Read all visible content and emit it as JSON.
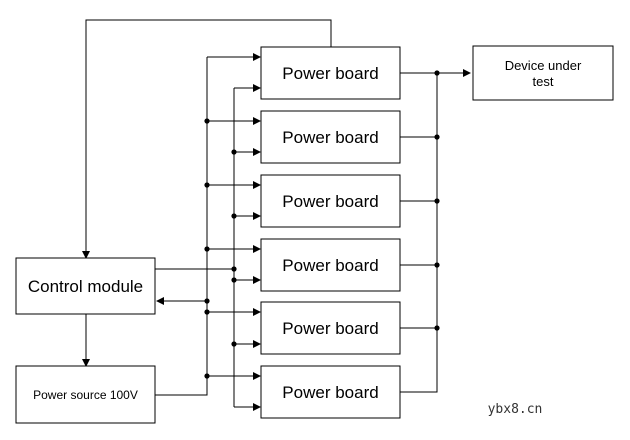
{
  "nodes": {
    "control_module": "Control module",
    "power_source": "Power source 100V",
    "device_under_test": [
      "Device under",
      "test"
    ],
    "power_boards": [
      "Power board",
      "Power board",
      "Power board",
      "Power board",
      "Power board",
      "Power board"
    ]
  },
  "watermark": "ybx8.cn"
}
